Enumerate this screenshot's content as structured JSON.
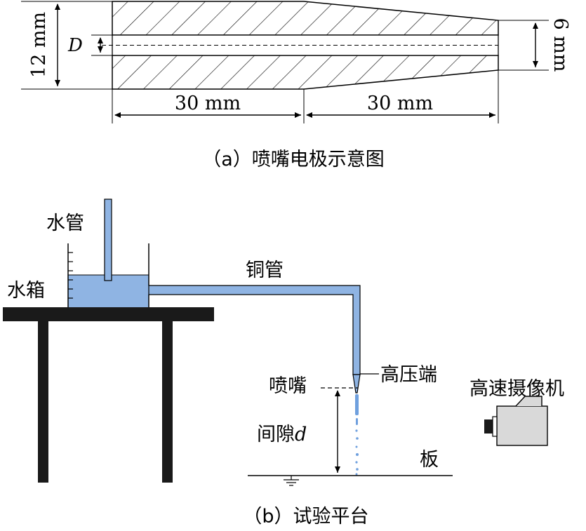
{
  "part_a": {
    "label_12mm": "12 mm",
    "label_D": "D",
    "label_6mm": "6 mm",
    "label_30mm_left": "30 mm",
    "label_30mm_right": "30 mm",
    "caption": "（a）喷嘴电极示意图"
  },
  "part_b": {
    "label_water_pipe": "水管",
    "label_water_tank": "水箱",
    "label_copper_pipe": "铜管",
    "label_high_voltage": "高压端",
    "label_nozzle": "喷嘴",
    "label_camera": "高速摄像机",
    "label_gap": "间隙",
    "label_gap_symbol": "d",
    "label_plate": "板",
    "caption": "（b）试验平台"
  },
  "colors": {
    "water": "#8fb4e3",
    "table": "#1a1a1a",
    "camera_body": "#d9d9d9",
    "droplet": "#6fa0de"
  }
}
